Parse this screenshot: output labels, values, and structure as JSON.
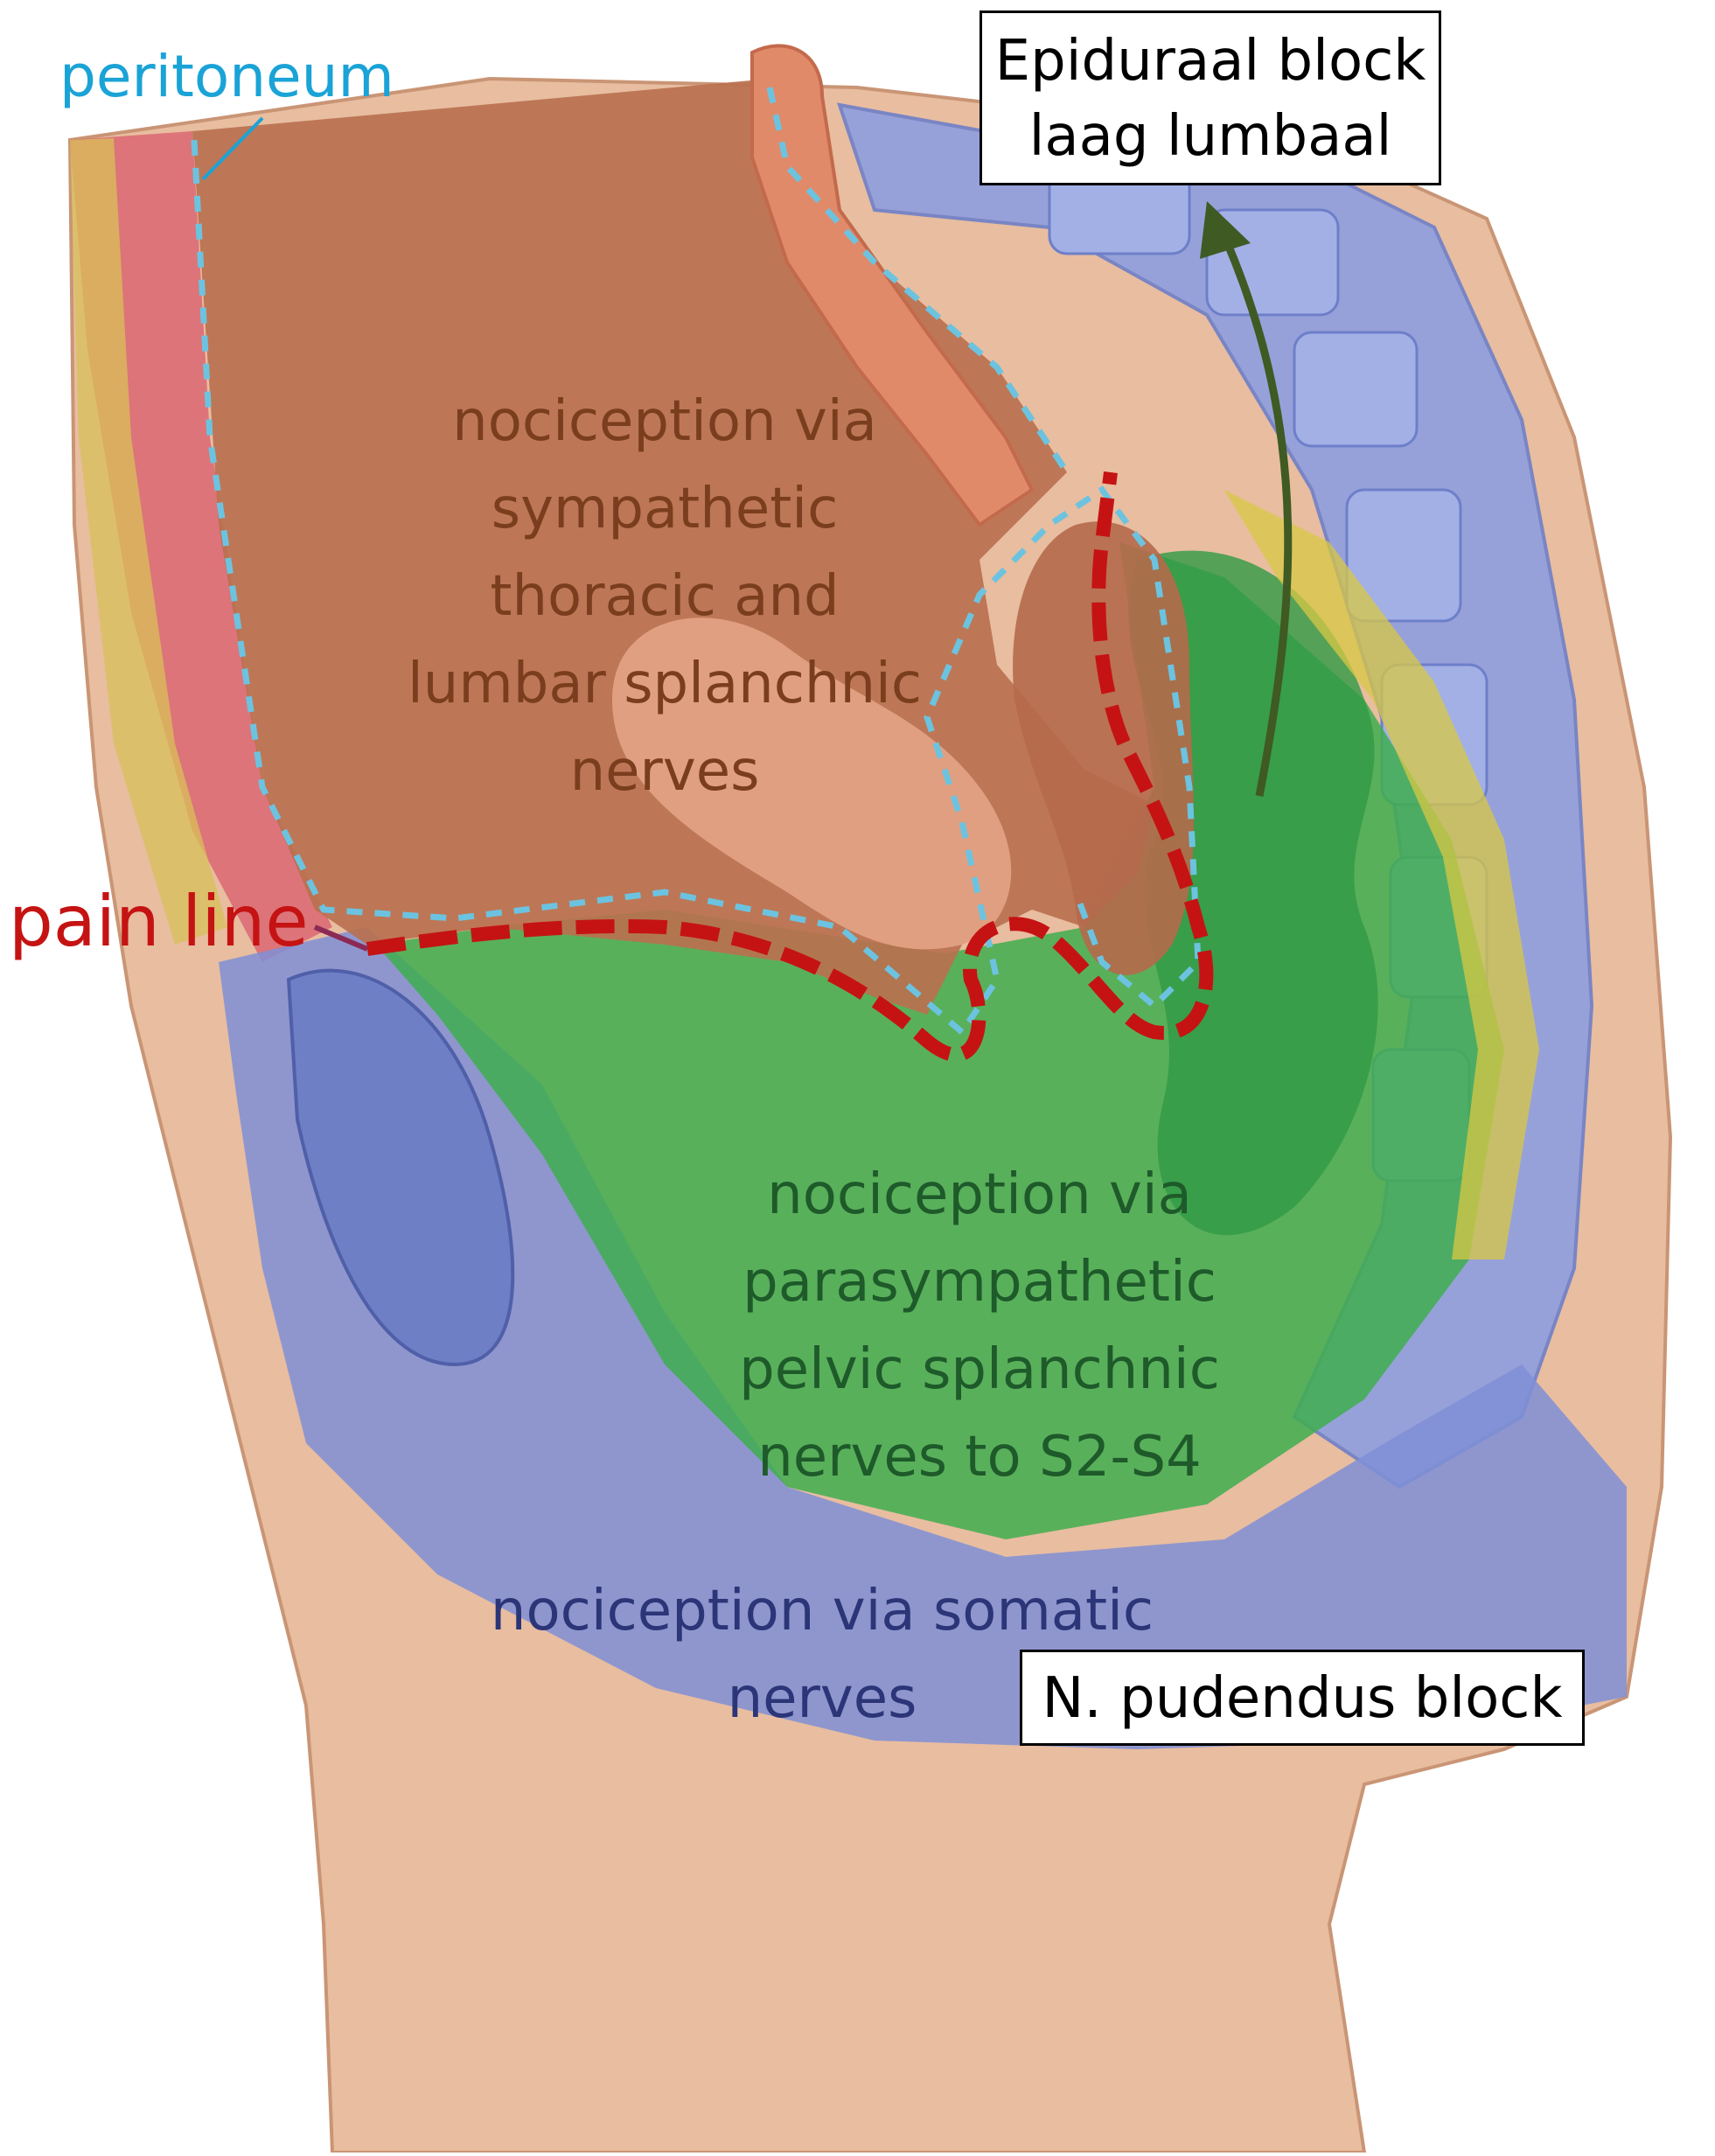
{
  "labels": {
    "peritoneum": "peritoneum",
    "sympathetic": [
      "nociception via",
      "sympathetic",
      "thoracic and",
      "lumbar splanchnic",
      "nerves"
    ],
    "pain_line": "pain line",
    "parasympathetic": [
      "nociception via",
      "parasympathetic",
      "pelvic splanchnic",
      "nerves to S2-S4"
    ],
    "somatic": [
      "nociception via somatic",
      "nerves"
    ],
    "epidural": [
      "Epiduraal block",
      "laag lumbaal"
    ],
    "pudendus": "N. pudendus block"
  },
  "colors": {
    "peritoneum": "#1aa3d6",
    "pain_line": "#c51313",
    "sympathetic_text": "#7a3e1e",
    "parasympathetic_text": "#1e5a2a",
    "somatic_text": "#2b3577",
    "uterus": "#d98b6b",
    "green_zone": "#3fae4f",
    "blue_zone": "#7f8fd6",
    "skin": "#e6b79a",
    "arrow": "#3f5a23"
  }
}
